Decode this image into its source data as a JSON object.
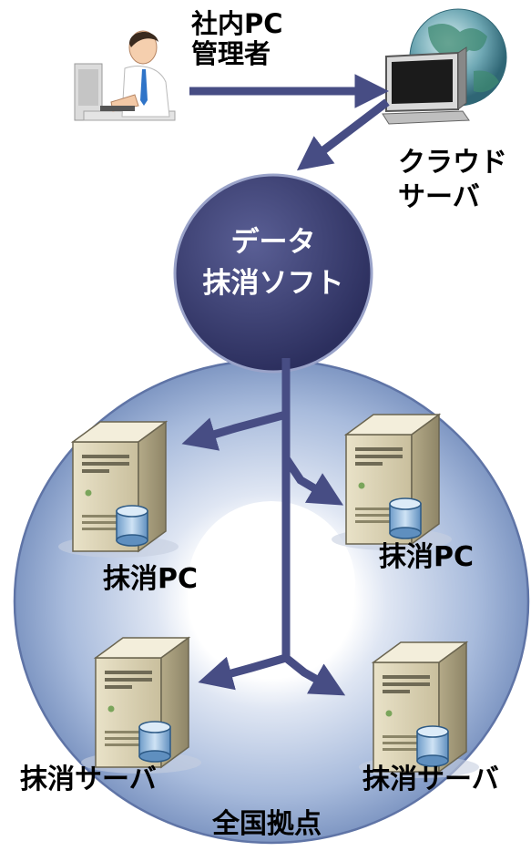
{
  "admin": {
    "line1": "社内PC",
    "line2": "管理者",
    "icon": "admin-user-icon"
  },
  "cloud": {
    "line1": "クラウド",
    "line2": "サーバ",
    "icon": "cloud-server-icon"
  },
  "software": {
    "line1": "データ",
    "line2": "抹消ソフト"
  },
  "targets": {
    "pc_left": "抹消PC",
    "pc_right": "抹消PC",
    "server_left": "抹消サーバ",
    "server_right": "抹消サーバ"
  },
  "region_label": "全国拠点",
  "colors": {
    "arrow": "#474d84",
    "disk_outer": "#8fa6cc",
    "disk_inner": "#e7ecf6",
    "software_circle": "#3b3f73"
  }
}
